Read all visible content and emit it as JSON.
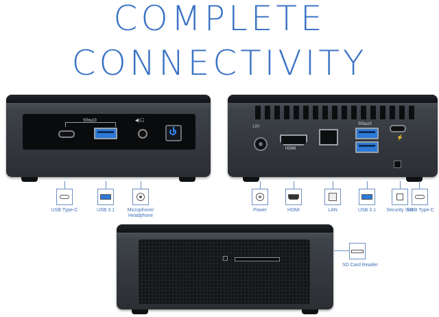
{
  "headline": {
    "line1": "COMPLETE",
    "line2": "CONNECTIVITY"
  },
  "colors": {
    "accent_blue": "#3b73c4",
    "callout_line": "#6c8fbe",
    "usb3_port": "#2d7ad6",
    "power_led": "#2e8cff"
  },
  "front_panel": {
    "usb_logo_text": "SS⇆10",
    "audio_symbol": "◀)🎧"
  },
  "rear_panel": {
    "power_rating": "19V",
    "hdmi_mark": "HDMI",
    "usb_logo_text": "SS⇆10",
    "thunderbolt_symbol": "⚡"
  },
  "callouts_front": [
    {
      "label": "USB Type-C",
      "icon": "usb-c-icon"
    },
    {
      "label": "USB 3.1",
      "icon": "usb-a-icon"
    },
    {
      "label": "Microphone/\nHeadphone",
      "icon": "audio-jack-icon"
    }
  ],
  "callouts_rear": [
    {
      "label": "Power",
      "icon": "dc-power-icon"
    },
    {
      "label": "HDMI",
      "icon": "hdmi-icon"
    },
    {
      "label": "LAN",
      "icon": "ethernet-icon"
    },
    {
      "label": "USB 3.1",
      "icon": "usb-a-icon"
    },
    {
      "label": "Security Slot",
      "icon": "lock-icon"
    },
    {
      "label": "USB Type-C",
      "icon": "usb-c-icon"
    }
  ],
  "callout_side": {
    "label": "SD Card Reader",
    "icon": "sd-card-icon"
  }
}
